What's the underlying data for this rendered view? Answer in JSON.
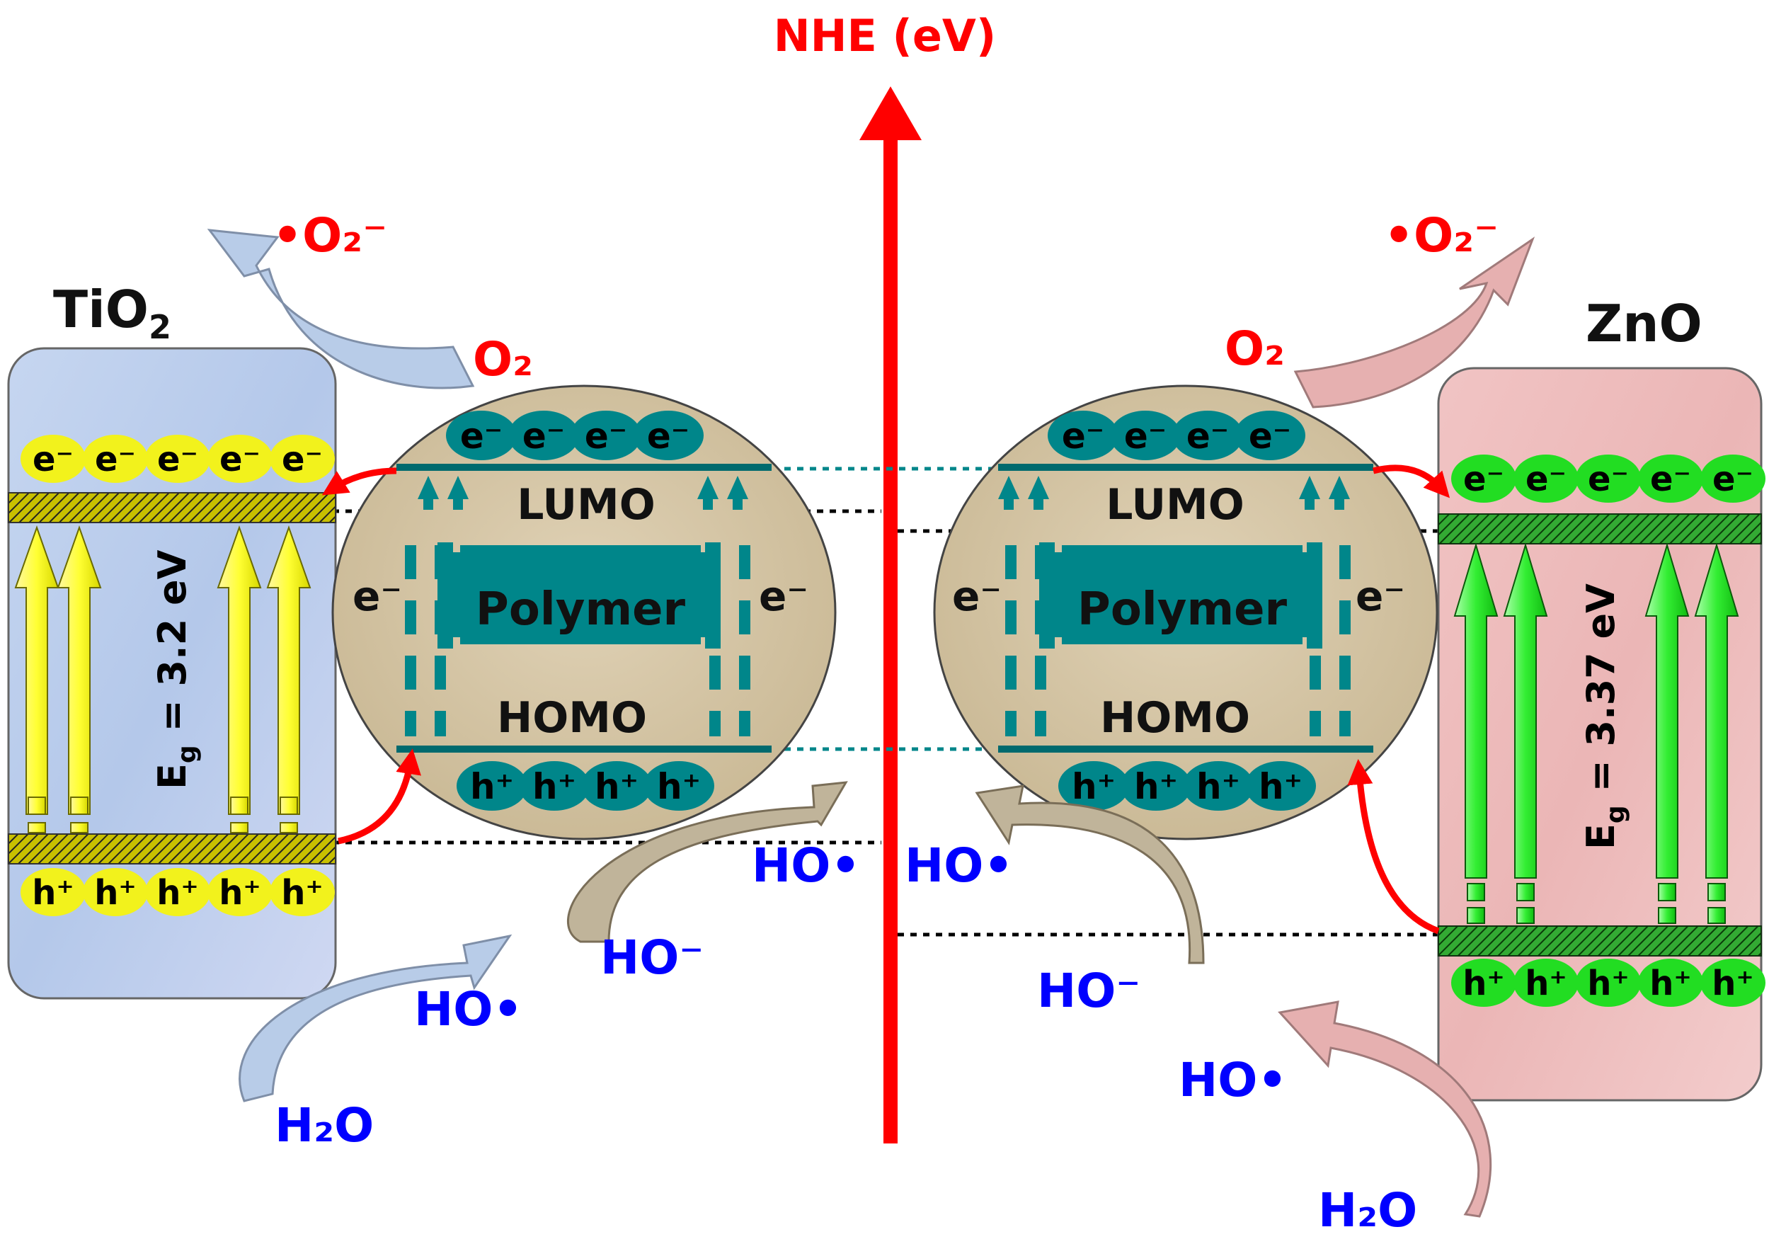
{
  "axis": {
    "label": "NHE (eV)"
  },
  "colors": {
    "axis": "#ff0000",
    "radical_text": "#ff0000",
    "hydroxyl_text": "#0000ff",
    "teal": "#00868a",
    "tio2_box": "#bcd0ec",
    "zno_box": "#efbcbc",
    "tio2_particle": "#f2f21c",
    "zno_particle": "#22dd22"
  },
  "tio2": {
    "name": "TiO",
    "name_sub": "2",
    "electrons": [
      "e⁻",
      "e⁻",
      "e⁻",
      "e⁻",
      "e⁻"
    ],
    "holes": [
      "h⁺",
      "h⁺",
      "h⁺",
      "h⁺",
      "h⁺"
    ],
    "bandgap_main": "E",
    "bandgap_sub": "g",
    "bandgap_value": " = 3.2 eV"
  },
  "zno": {
    "name": "ZnO",
    "electrons": [
      "e⁻",
      "e⁻",
      "e⁻",
      "e⁻",
      "e⁻"
    ],
    "holes": [
      "h⁺",
      "h⁺",
      "h⁺",
      "h⁺",
      "h⁺"
    ],
    "bandgap_main": "E",
    "bandgap_sub": "g",
    "bandgap_value": " = 3.37 eV"
  },
  "polymer_left": {
    "electrons": [
      "e⁻",
      "e⁻",
      "e⁻",
      "e⁻"
    ],
    "holes": [
      "h⁺",
      "h⁺",
      "h⁺",
      "h⁺"
    ],
    "lumo": "LUMO",
    "homo": "HOMO",
    "core": "Polymer",
    "side_e_left": "e⁻",
    "side_e_right": "e⁻"
  },
  "polymer_right": {
    "electrons": [
      "e⁻",
      "e⁻",
      "e⁻",
      "e⁻"
    ],
    "holes": [
      "h⁺",
      "h⁺",
      "h⁺",
      "h⁺"
    ],
    "lumo": "LUMO",
    "homo": "HOMO",
    "core": "Polymer",
    "side_e_left": "e⁻",
    "side_e_right": "e⁻"
  },
  "species": {
    "superoxide_left": "•O₂⁻",
    "superoxide_right": "•O₂⁻",
    "o2_left": "O₂",
    "o2_right": "O₂",
    "ho_rad_tio2": "HO•",
    "h2o_left": "H₂O",
    "ho_minus_left": "HO⁻",
    "ho_rad_center_left": "HO•",
    "ho_rad_center_right": "HO•",
    "ho_minus_right": "HO⁻",
    "ho_rad_zno": "HO•",
    "h2o_right": "H₂O"
  }
}
